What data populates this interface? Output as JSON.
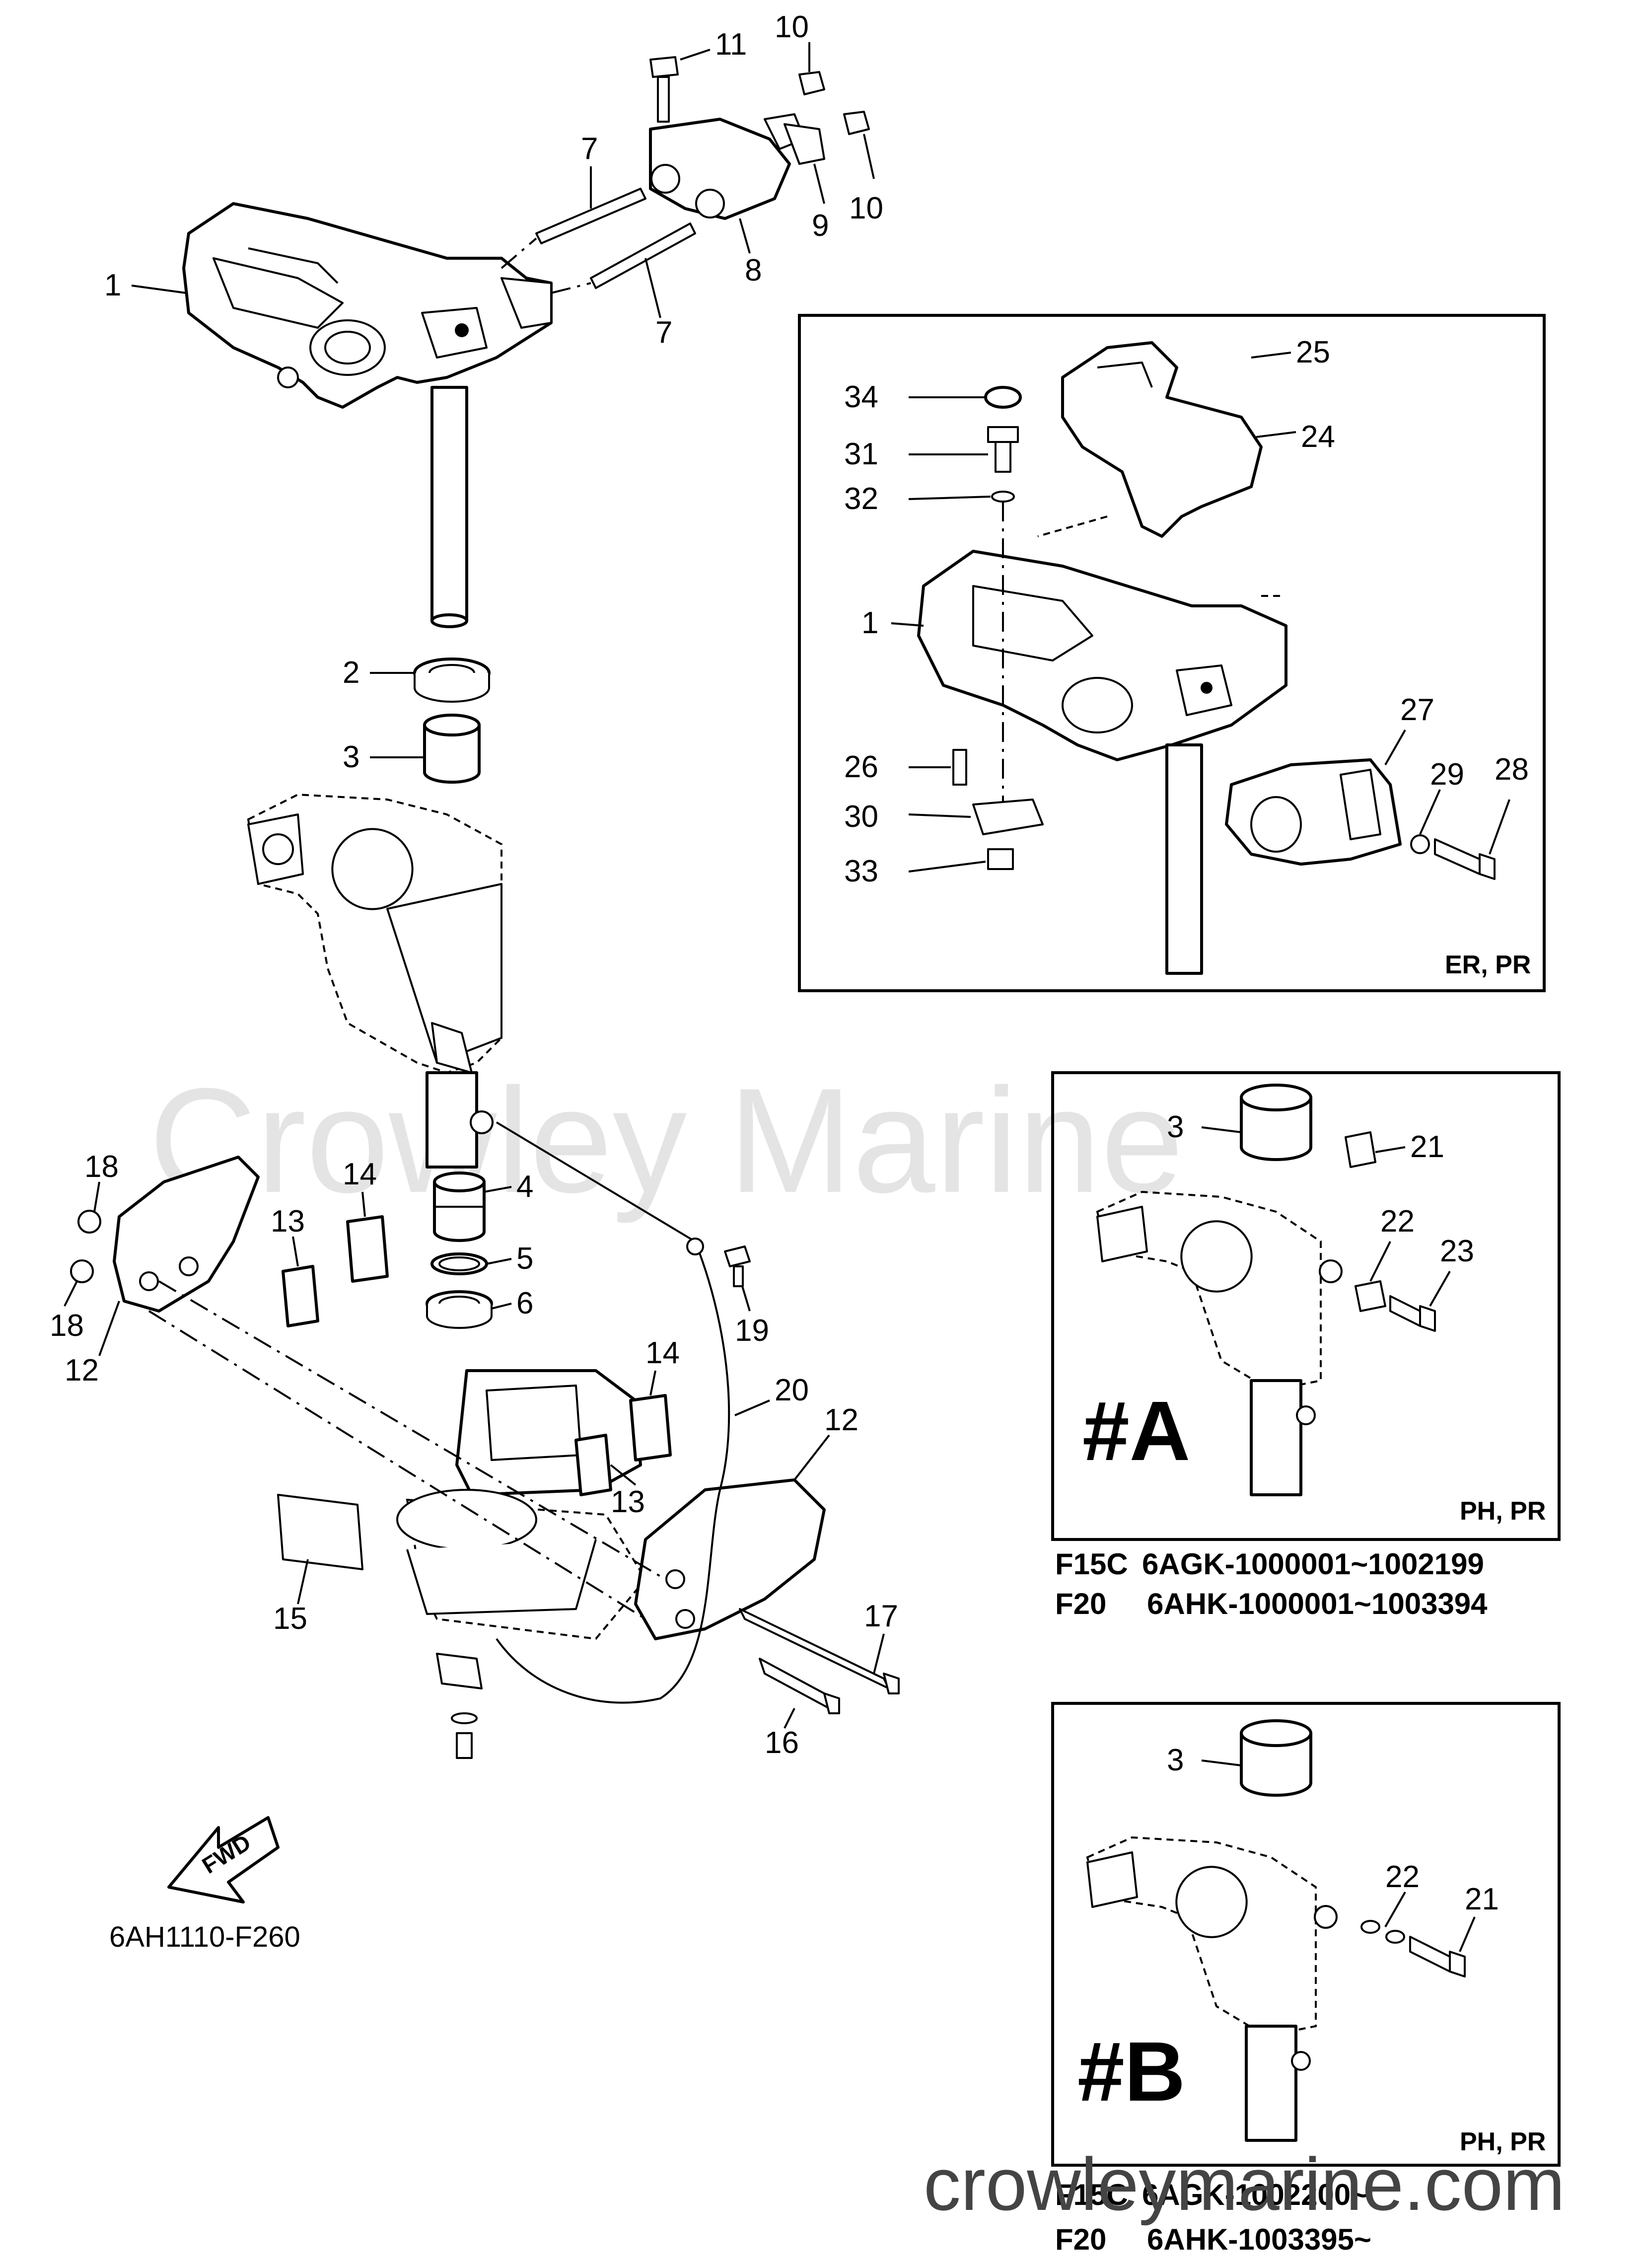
{
  "watermark_text": "Crowley Marine",
  "site_watermark": "crowleymarine.com",
  "diagram_code": "6AH1110-F260",
  "fwd_label": "FWD",
  "main_callouts": [
    "1",
    "2",
    "3",
    "4",
    "5",
    "6",
    "7",
    "7",
    "8",
    "9",
    "10",
    "10",
    "11",
    "12",
    "12",
    "13",
    "13",
    "14",
    "14",
    "15",
    "16",
    "17",
    "18",
    "18",
    "19",
    "20"
  ],
  "inset_er_pr": {
    "note": "ER, PR",
    "callouts": [
      "34",
      "31",
      "32",
      "1",
      "26",
      "30",
      "33",
      "25",
      "24",
      "27",
      "29",
      "28"
    ]
  },
  "inset_a": {
    "tag": "#A",
    "note": "PH, PR",
    "callouts": [
      "3",
      "21",
      "22",
      "23"
    ],
    "serials": [
      {
        "model": "F15C",
        "range": "6AGK-1000001~1002199"
      },
      {
        "model": "F20",
        "range": "6AHK-1000001~1003394"
      }
    ]
  },
  "inset_b": {
    "tag": "#B",
    "note": "PH, PR",
    "callouts": [
      "3",
      "22",
      "21"
    ],
    "serials": [
      {
        "model": "F15C",
        "range": "6AGK-1002200~"
      },
      {
        "model": "F20",
        "range": "6AHK-1003395~"
      }
    ]
  },
  "colors": {
    "line": "#000000",
    "background": "#ffffff",
    "watermark": "#e4e4e4"
  }
}
